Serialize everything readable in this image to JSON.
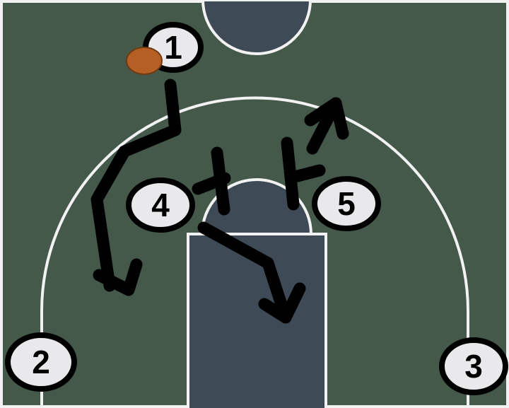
{
  "colors": {
    "court": "#44594a",
    "paint": "#3e4a55",
    "lines": "#f2f2f2",
    "player_fill": "#e9e9ec",
    "player_outline": "#000000",
    "ball": "#b65f24",
    "movement": "#000000"
  },
  "players": [
    {
      "id": "p1",
      "label": "1",
      "has_ball": true
    },
    {
      "id": "p2",
      "label": "2"
    },
    {
      "id": "p3",
      "label": "3"
    },
    {
      "id": "p4",
      "label": "4"
    },
    {
      "id": "p5",
      "label": "5"
    }
  ],
  "actions": [
    {
      "type": "cut",
      "from": "1",
      "description": "cut"
    },
    {
      "type": "screen",
      "by": "4"
    },
    {
      "type": "screen",
      "by": "5"
    },
    {
      "type": "cut",
      "from": "4",
      "description": "roll to basket"
    },
    {
      "type": "pop",
      "from": "5"
    }
  ]
}
